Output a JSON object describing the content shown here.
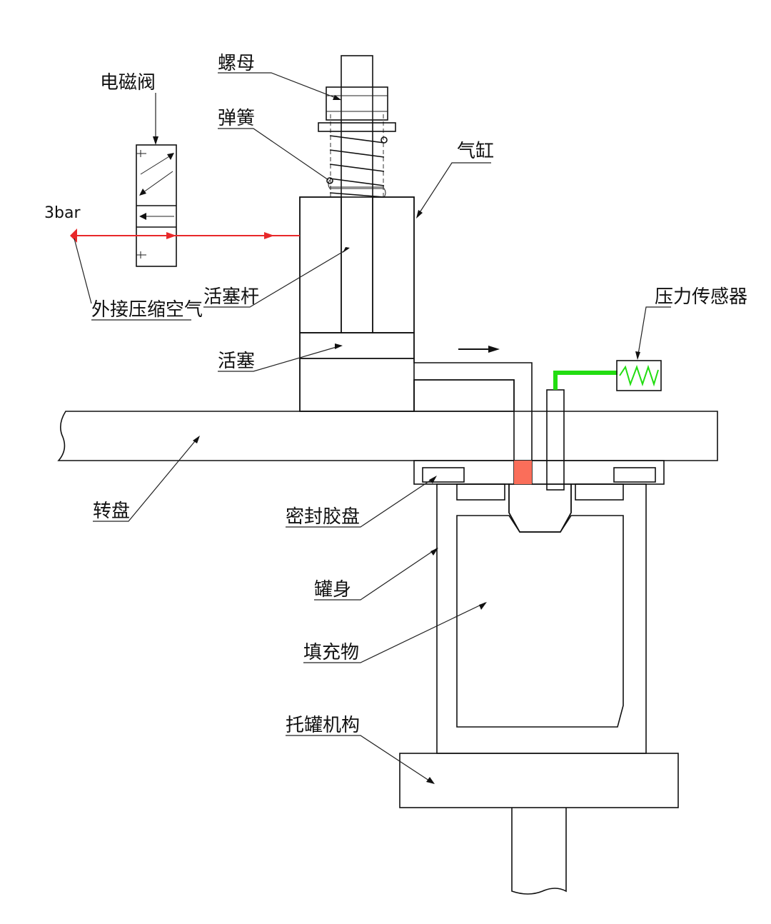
{
  "labels": {
    "nut": "螺母",
    "solenoid_valve": "电磁阀",
    "spring": "弹簧",
    "cylinder": "气缸",
    "pressure": "3bar",
    "external_air": "外接压缩空气",
    "piston_rod": "活塞杆",
    "pressure_sensor": "压力传感器",
    "piston": "活塞",
    "turntable": "转盘",
    "seal_disc": "密封胶盘",
    "can_body": "罐身",
    "filler": "填充物",
    "can_holder": "托罐机构"
  },
  "colors": {
    "cylinder_red": "#ff0000",
    "fluid_salmon": "#fa6e5a",
    "sensor_green": "#22dd11",
    "air_line_red": "#e8282a",
    "outline": "#111111"
  },
  "icons": {
    "flow_arrow": "arrow-right-icon",
    "air_inlet": "triangle-icon",
    "sensor_signal": "zigzag-icon"
  }
}
